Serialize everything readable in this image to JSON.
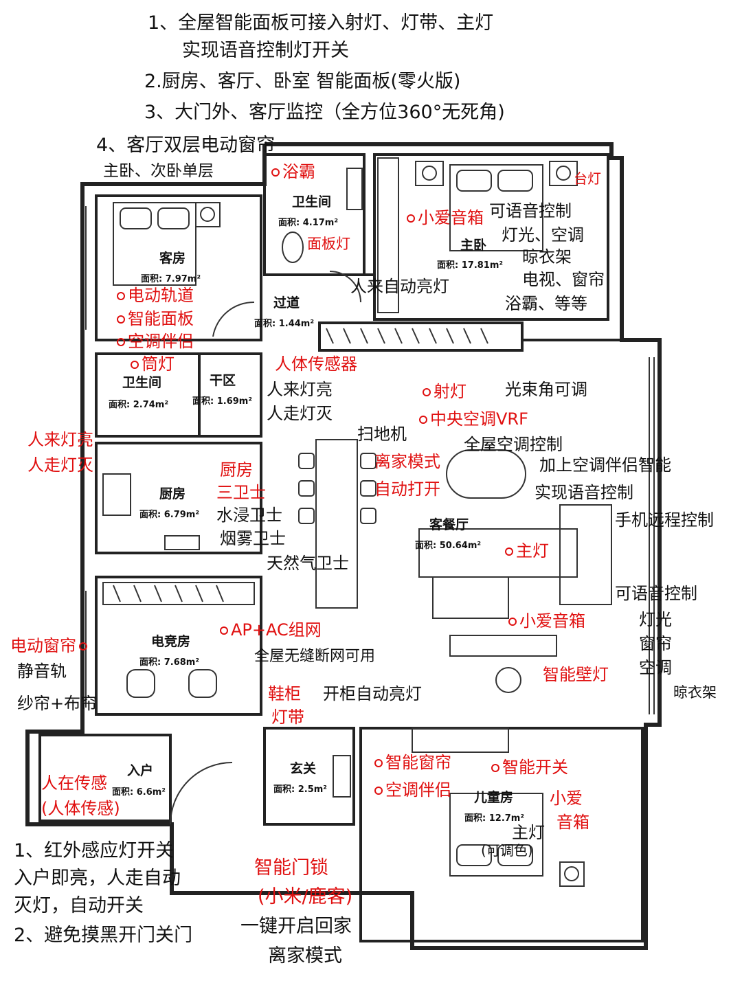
{
  "top_notes": [
    "1、全屋智能面板可接入射灯、灯带、主灯",
    "实现语音控制灯开关",
    "2.厨房、客厅、卧室 智能面板(零火版)",
    "3、大门外、客厅监控（全方位360°无死角)",
    "4、客厅双层电动窗帘",
    "主卧、次卧单层"
  ],
  "rooms": {
    "guest": {
      "name": "客房",
      "area": "面积: 7.97m²"
    },
    "bath1": {
      "name": "卫生间",
      "area": "面积: 4.17m²"
    },
    "master": {
      "name": "主卧",
      "area": "面积: 17.81m²"
    },
    "hall": {
      "name": "过道",
      "area": "面积: 1.44m²"
    },
    "bath2": {
      "name": "卫生间",
      "area": "面积: 2.74m²"
    },
    "dry": {
      "name": "干区",
      "area": "面积: 1.69m²"
    },
    "kitchen": {
      "name": "厨房",
      "area": "面积: 6.79m²"
    },
    "living": {
      "name": "客餐厅",
      "area": "面积: 50.64m²"
    },
    "esports": {
      "name": "电竞房",
      "area": "面积: 7.68m²"
    },
    "entry": {
      "name": "入户",
      "area": "面积: 6.6m²"
    },
    "foyer": {
      "name": "玄关",
      "area": "面积: 2.5m²"
    },
    "kids": {
      "name": "儿童房",
      "area": "面积: 12.7m²"
    }
  },
  "red_notes": {
    "bath_heater": "浴霸",
    "speaker_master": "小爱音箱",
    "panel_light": "面板灯",
    "taideng": "台灯",
    "rail": "电动轨道",
    "panel": "智能面板",
    "ac_companion_guest": "空调伴侣",
    "human_sensor_hall": "人体传感器",
    "hall_small_light": "筒灯",
    "spotlight": "射灯",
    "vrf": "中央空调VRF",
    "away_mode": "离家模式",
    "auto_open": "自动打开",
    "kitchen_guard": "厨房",
    "three_guards": "三卫士",
    "main_light": "主灯",
    "speaker_living": "小爱音箱",
    "ap_ac": "AP+AC组网",
    "wall_lamp": "智能壁灯",
    "shoe_cabinet": "鞋柜",
    "light_strip": "灯带",
    "curtain_esports": "电动窗帘",
    "presence": "人在传感",
    "human_sensor_entry": "(人体传感)",
    "smart_curtain": "智能窗帘",
    "ac_companion_kids": "空调伴侣",
    "smart_switch": "智能开关",
    "speaker_kids_1": "小爱",
    "speaker_kids_2": "音箱",
    "lock": "智能门锁",
    "lock_brand": "(小米/鹿客)",
    "human_light_left_1": "人来灯亮",
    "human_light_left_2": "人走灯灭"
  },
  "black_notes": {
    "master_voice": "可语音控制",
    "master_items_1": "灯光、空调",
    "master_items_2": "晾衣架",
    "master_items_3": "电视、窗帘",
    "master_items_4": "浴霸、等等",
    "auto_light": "人来自动亮灯",
    "people_light_1": "人来灯亮",
    "people_light_2": "人走灯灭",
    "beam_adjust": "光束角可调",
    "robot": "扫地机",
    "whole_ac": "全屋空调控制",
    "ac_add": "加上空调伴侣智能",
    "voice_ctrl": "实现语音控制",
    "remote": "手机远程控制",
    "water_guard": "水浸卫士",
    "smoke_guard": "烟雾卫士",
    "gas_guard": "天然气卫士",
    "living_voice": "可语音控制",
    "living_light": "灯光",
    "living_curtain": "窗帘",
    "living_ac": "空调",
    "living_rack": "晾衣架",
    "wifi": "全屋无缝断网可用",
    "cabinet_light": "开柜自动亮灯",
    "silent_rail": "静音轨",
    "curtain_ctrl": "纱帘+布帘",
    "kids_light": "主灯",
    "kids_dim": "(可调色)",
    "one_key": "一键开启回家",
    "leave_mode": "离家模式"
  },
  "bottom_notes": [
    "1、红外感应灯开关",
    "入户即亮，人走自动",
    "灭灯，自动开关",
    "2、避免摸黑开门关门"
  ]
}
